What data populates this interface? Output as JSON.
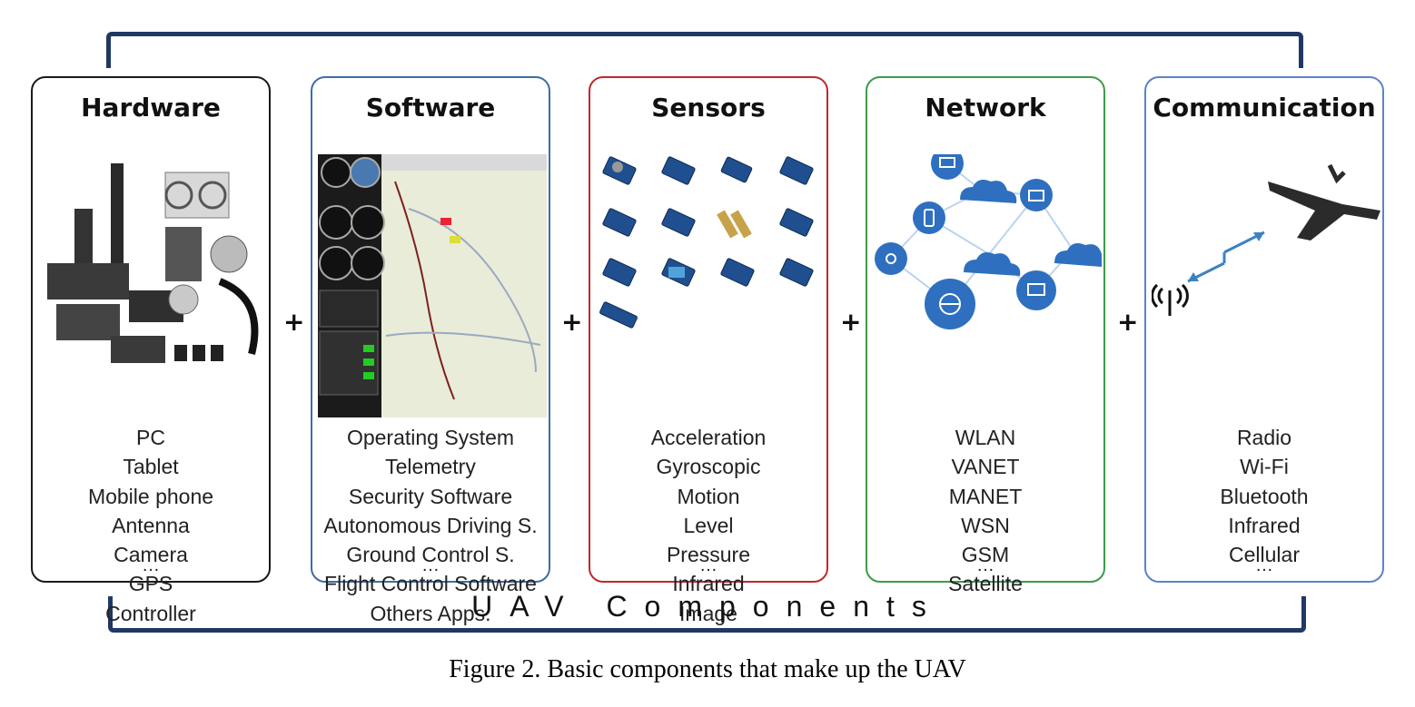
{
  "panels": [
    {
      "title": "Hardware",
      "border_color": "#1a1a1a",
      "items": [
        "PC",
        "Tablet",
        "Mobile phone",
        "Antenna",
        "Camera",
        "GPS",
        "Controller"
      ],
      "ellipsis": "…"
    },
    {
      "title": "Software",
      "border_color": "#3d6da8",
      "items": [
        "Operating System",
        "Telemetry",
        "Security Software",
        "Autonomous Driving S.",
        "Ground Control S.",
        "Flight Control Software",
        "Others Apps."
      ],
      "ellipsis": "…"
    },
    {
      "title": "Sensors",
      "border_color": "#c0282d",
      "items": [
        "Acceleration",
        "Gyroscopic",
        "Motion",
        "Level",
        "Pressure",
        "Infrared",
        "Image"
      ],
      "ellipsis": "…"
    },
    {
      "title": "Network",
      "border_color": "#3e9a4a",
      "items": [
        "WLAN",
        "VANET",
        "MANET",
        "WSN",
        "GSM",
        "Satellite"
      ],
      "ellipsis": "…"
    },
    {
      "title": "Communication",
      "border_color": "#5b84c8",
      "items": [
        "Radio",
        "Wi-Fi",
        "Bluetooth",
        "Infrared",
        "Cellular"
      ],
      "ellipsis": "…"
    }
  ],
  "plus_sign": "+",
  "group_label": "UAV Components",
  "caption": "Figure 2. Basic components that make up the UAV",
  "colors": {
    "bracket": "#1f3864",
    "network_node": "#2e6fc0",
    "network_cloud": "#3a7fd0",
    "signal_arrow": "#3b82c4"
  },
  "icons": {
    "hardware": "robotic-parts-photo",
    "software": "ground-control-map-screenshot",
    "sensors": "sensor-modules-photo",
    "network": "network-nodes-icons",
    "communication": "uav-antenna-signal-icon"
  }
}
